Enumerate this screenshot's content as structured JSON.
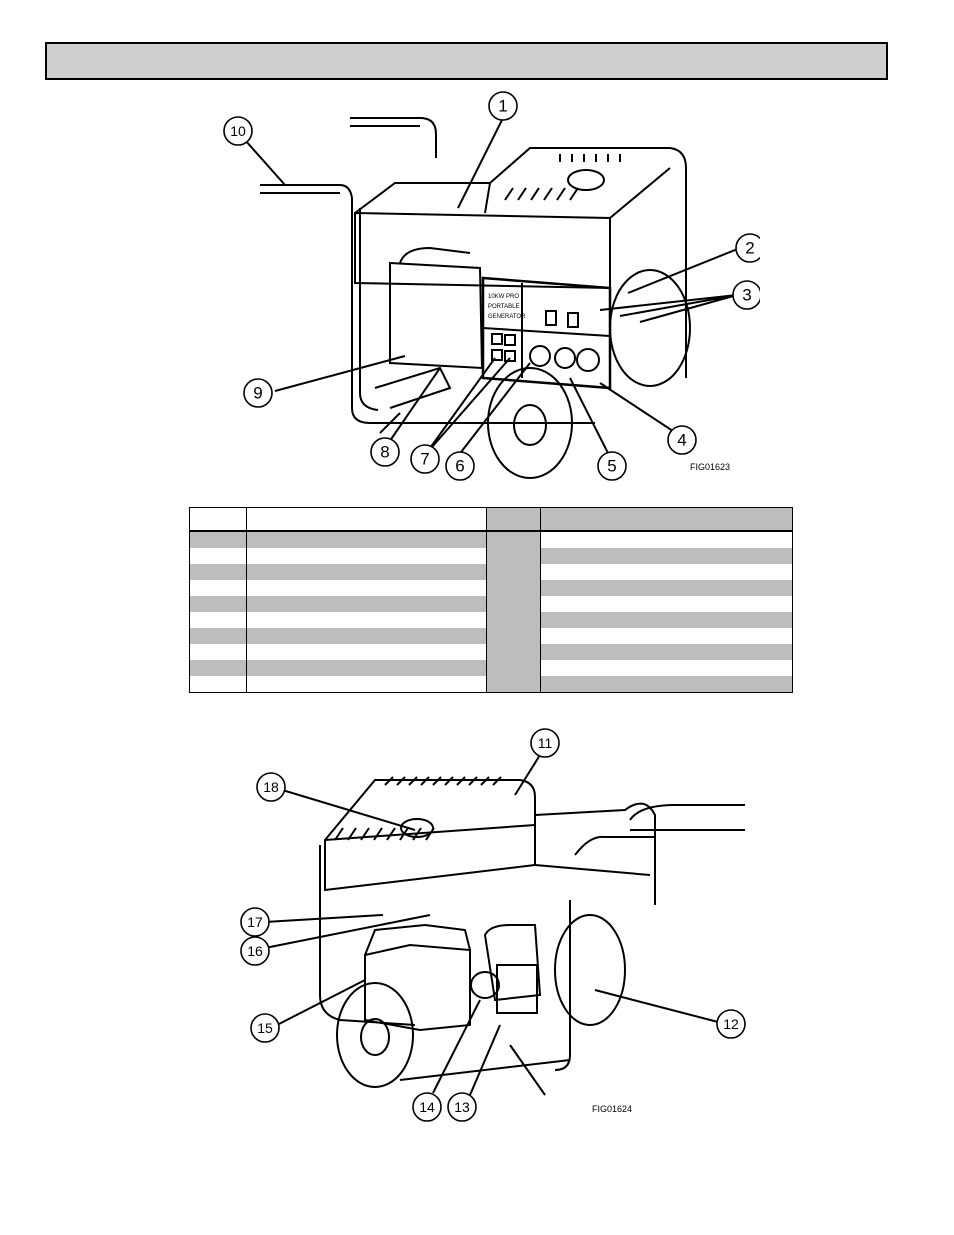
{
  "figure_top": {
    "code": "FIG01623",
    "callouts": [
      "1",
      "2",
      "3",
      "4",
      "5",
      "6",
      "7",
      "8",
      "9",
      "10"
    ],
    "panel_text": [
      "10KW PRO",
      "PORTABLE",
      "GENERATOR"
    ]
  },
  "figure_bottom": {
    "code": "FIG01624",
    "callouts": [
      "11",
      "12",
      "13",
      "14",
      "15",
      "16",
      "17",
      "18"
    ]
  },
  "parts_table": {
    "headers": [
      "",
      "",
      "",
      ""
    ]
  }
}
